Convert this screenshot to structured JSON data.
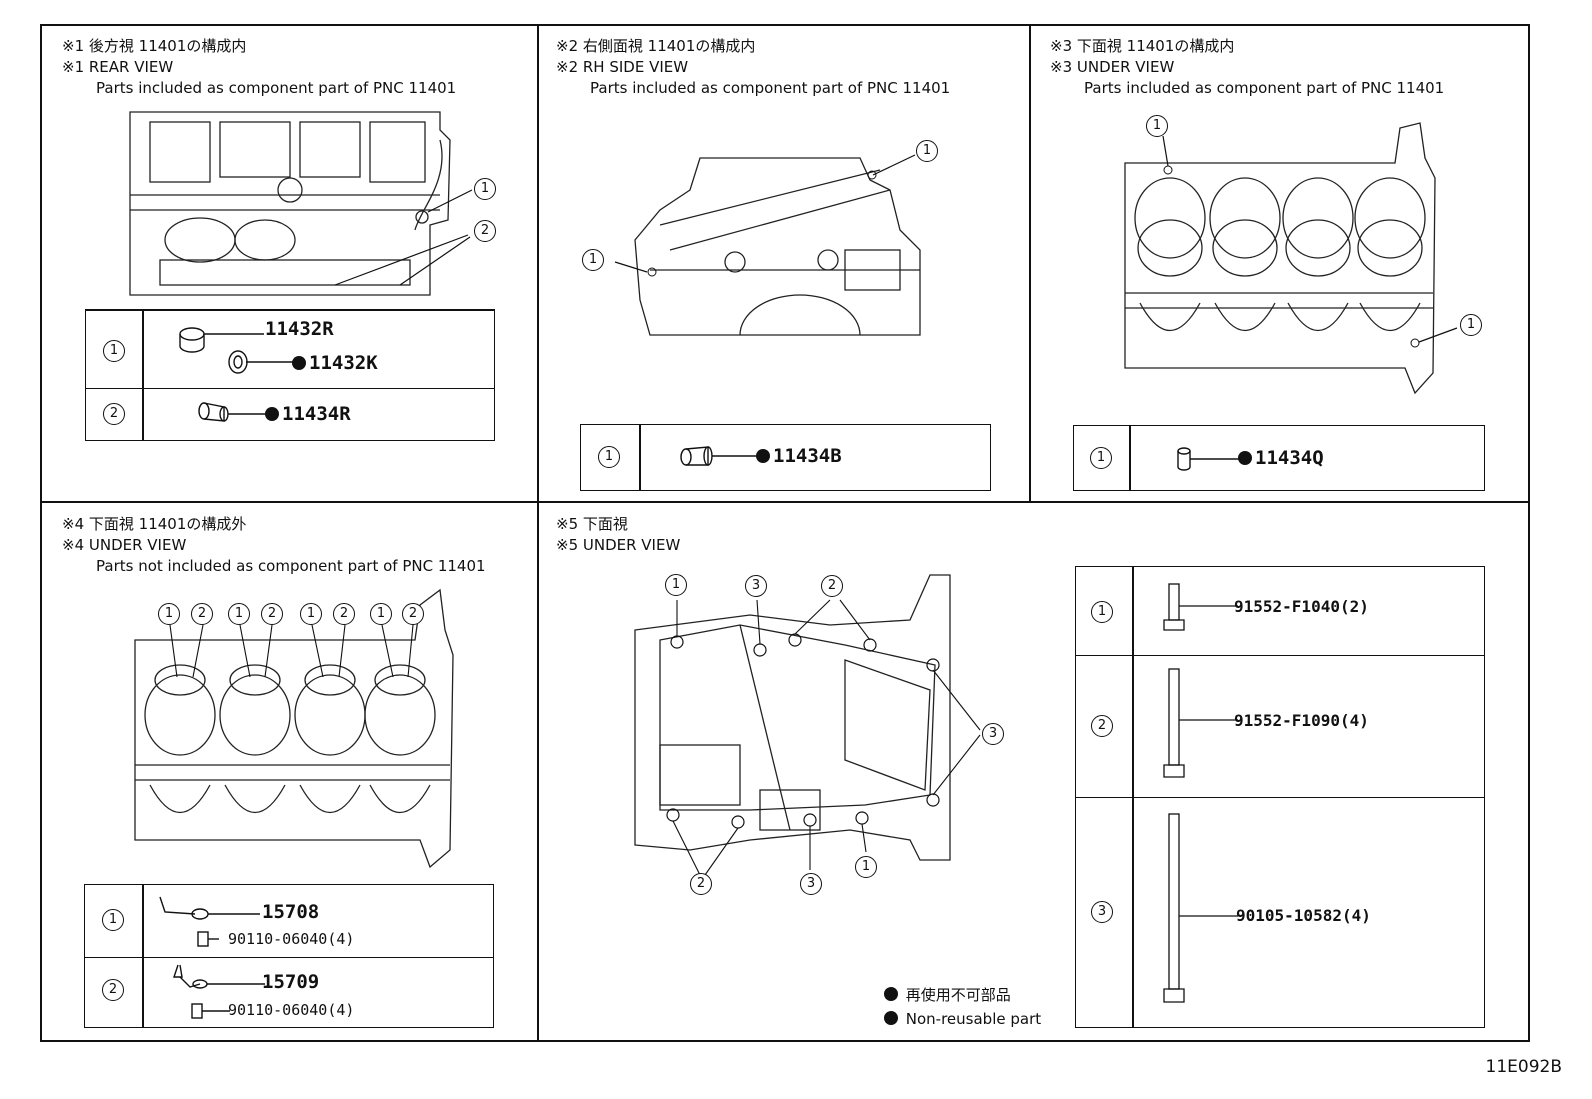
{
  "panels": {
    "p1": {
      "title_jp": "※1 後方視 11401の構成内",
      "title_en": "※1 REAR VIEW",
      "note": "Parts included as component part of PNC 11401"
    },
    "p2": {
      "title_jp": "※2 右側面視 11401の構成内",
      "title_en": "※2 RH SIDE VIEW",
      "note": "Parts included as component part of PNC 11401"
    },
    "p3": {
      "title_jp": "※3 下面視 11401の構成内",
      "title_en": "※3 UNDER VIEW",
      "note": "Parts included as component part of PNC 11401"
    },
    "p4": {
      "title_jp": "※4 下面視 11401の構成外",
      "title_en": "※4 UNDER VIEW",
      "note": "Parts not included as component part of PNC 11401"
    },
    "p5": {
      "title_jp": "※5 下面視",
      "title_en": "※5 UNDER VIEW"
    }
  },
  "callouts": {
    "one": "1",
    "two": "2",
    "three": "3"
  },
  "parts": {
    "p1_a": "11432R",
    "p1_b": "11432K",
    "p1_c": "11434R",
    "p2_a": "11434B",
    "p3_a": "11434Q",
    "p4_a1": "15708",
    "p4_a2": "90110-06040(4)",
    "p4_b1": "15709",
    "p4_b2": "90110-06040(4)",
    "p5_a": "91552-F1040(2)",
    "p5_b": "91552-F1090(4)",
    "p5_c": "90105-10582(4)"
  },
  "legend": {
    "jp": "再使用不可部品",
    "en": "Non-reusable part"
  },
  "figure_code": "11E092B"
}
